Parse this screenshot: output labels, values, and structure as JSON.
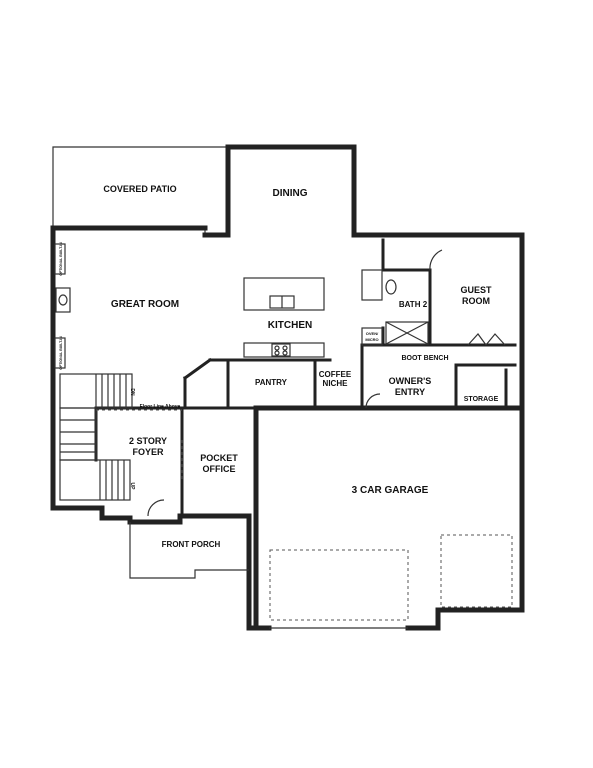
{
  "rooms": {
    "covered_patio": "COVERED PATIO",
    "dining": "DINING",
    "great_room": "GREAT ROOM",
    "kitchen": "KITCHEN",
    "guest_room_line1": "GUEST",
    "guest_room_line2": "ROOM",
    "bath2": "BATH 2",
    "pantry": "PANTRY",
    "coffee_niche_line1": "COFFEE",
    "coffee_niche_line2": "NICHE",
    "boot_bench": "BOOT BENCH",
    "owners_entry_line1": "OWNER'S",
    "owners_entry_line2": "ENTRY",
    "storage": "STORAGE",
    "foyer_line1": "2 STORY",
    "foyer_line2": "FOYER",
    "pocket_office_line1": "POCKET",
    "pocket_office_line2": "OFFICE",
    "garage": "3 CAR GARAGE",
    "front_porch": "FRONT PORCH"
  },
  "notes": {
    "floor_line_above": "Floor Line Above",
    "optional_built_in_top": "OPTIONAL BUILT-IN",
    "optional_built_in_bottom": "OPTIONAL BUILT-IN",
    "oven_micro_line1": "OVEN/",
    "oven_micro_line2": "MICRO",
    "stair_dn": "DN",
    "stair_up": "UP"
  }
}
